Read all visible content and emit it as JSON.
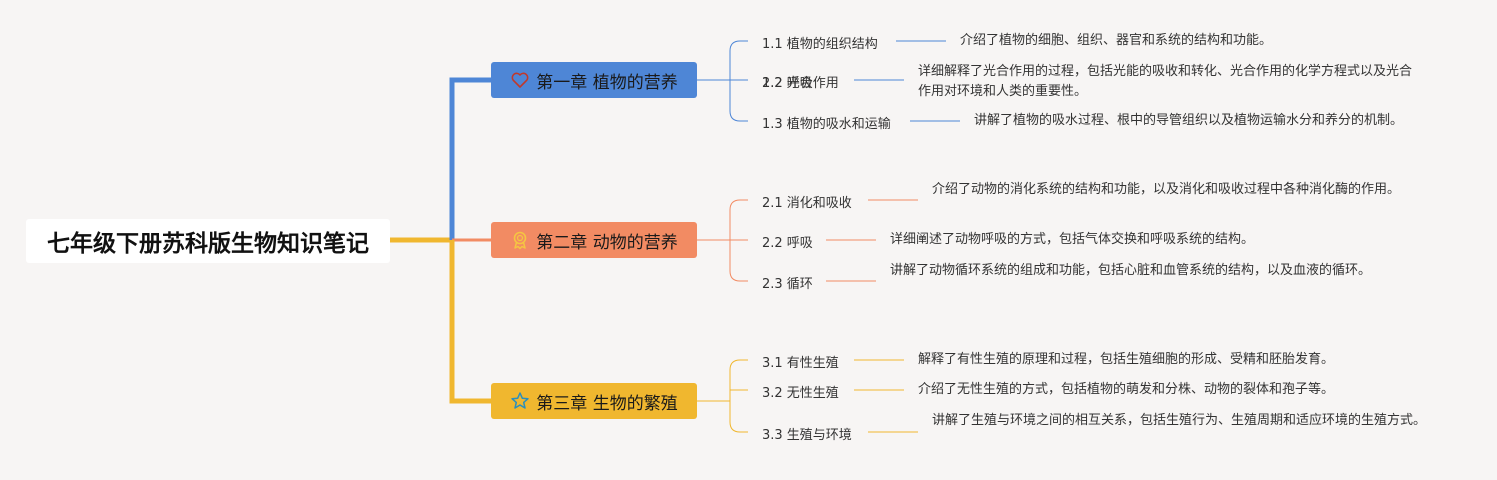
{
  "root": {
    "title": "七年级下册苏科版生物知识笔记"
  },
  "colors": {
    "ch1": "#4e86d6",
    "ch2": "#f28b63",
    "ch3": "#f0b72f",
    "root_line": "#f0b72f"
  },
  "chapters": [
    {
      "title": "第一章 植物的营养",
      "icon": "heart-icon",
      "sections": [
        {
          "label": "1.1 植物的组织结构",
          "desc": "介绍了植物的细胞、组织、器官和系统的结构和功能。"
        },
        {
          "label": "1.2 光合作用",
          "desc": "详细解释了光合作用的过程，包括光能的吸收和转化、光合作用的化学方程式以及光合作用对环境和人类的重要性。"
        },
        {
          "label": "1.3 植物的吸水和运输",
          "desc": "讲解了植物的吸水过程、根中的导管组织以及植物运输水分和养分的机制。"
        }
      ]
    },
    {
      "title": "第二章 动物的营养",
      "icon": "award-ribbon-icon",
      "sections": [
        {
          "label": "2.1 消化和吸收",
          "desc": "介绍了动物的消化系统的结构和功能，以及消化和吸收过程中各种消化酶的作用。"
        },
        {
          "label": "2.2 呼吸",
          "desc": "详细阐述了动物呼吸的方式，包括气体交换和呼吸系统的结构。"
        },
        {
          "label": "2.3 循环",
          "desc": "讲解了动物循环系统的组成和功能，包括心脏和血管系统的结构，以及血液的循环。"
        }
      ]
    },
    {
      "title": "第三章 生物的繁殖",
      "icon": "star-icon",
      "sections": [
        {
          "label": "3.1 有性生殖",
          "desc": "解释了有性生殖的原理和过程，包括生殖细胞的形成、受精和胚胎发育。"
        },
        {
          "label": "3.2 无性生殖",
          "desc": "介绍了无性生殖的方式，包括植物的萌发和分株、动物的裂体和孢子等。"
        },
        {
          "label": "3.3 生殖与环境",
          "desc": "讲解了生殖与环境之间的相互关系，包括生殖行为、生殖周期和适应环境的生殖方式。"
        }
      ]
    }
  ]
}
